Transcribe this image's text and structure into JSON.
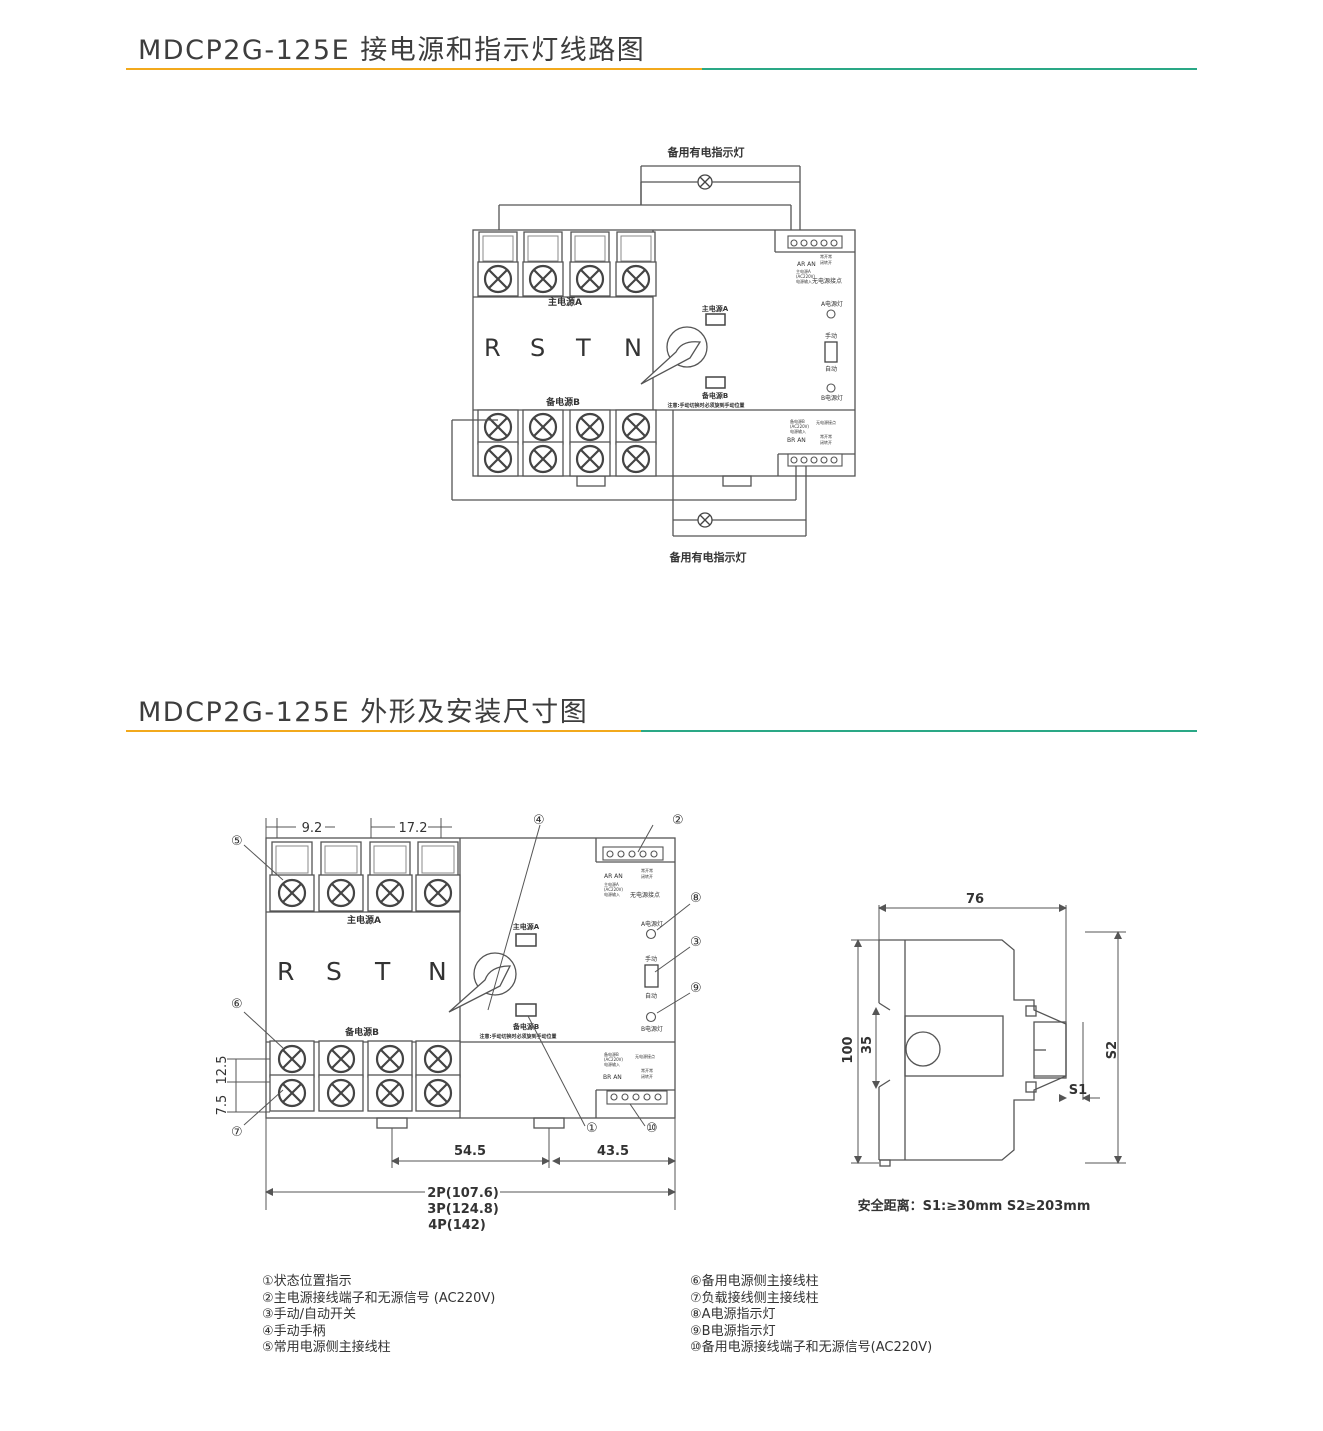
{
  "section1": {
    "title": "MDCP2G-125E 接电源和指示灯线路图"
  },
  "section2": {
    "title": "MDCP2G-125E 外形及安装尺寸图"
  },
  "colors": {
    "accent_orange": "#f2a91c",
    "accent_green": "#2aa886",
    "line": "#555555"
  },
  "device": {
    "main_power_a": "主电源A",
    "backup_power_b": "备电源B",
    "phases": [
      "R",
      "S",
      "T",
      "N"
    ],
    "main_a_label": "主电源A",
    "backup_b_label": "备电源B",
    "a_lamp": "A电源灯",
    "b_lamp": "B电源灯",
    "manual": "手动",
    "auto": "自动",
    "note": "注意:手动切换时必须旋到手动位置",
    "no_source_contact": "无电源接点",
    "ar_an": "AR  AN",
    "br_an": "BR  AN",
    "terminal_small_a": "主电源A",
    "terminal_small_b": "备电源B",
    "terminal_small_ac": "(AC220V)",
    "terminal_small_input": "电源输入",
    "terminal_small_c1": "常开常",
    "terminal_small_c2": "闭转开",
    "no_contact_small": "无电源接点"
  },
  "wiring": {
    "top_lamp_label": "备用有电指示灯",
    "bottom_lamp_label": "备用有电指示灯"
  },
  "dimensions": {
    "d_9_2": "9.2",
    "d_17_2": "17.2",
    "d_12_5": "12.5",
    "d_7_5": "7.5",
    "d_54_5": "54.5",
    "d_43_5": "43.5",
    "d_2p": "2P(107.6)",
    "d_3p": "3P(124.8)",
    "d_4p": "4P(142)",
    "d_76": "76",
    "d_100": "100",
    "d_35": "35",
    "d_s1": "S1",
    "d_s2": "S2",
    "safety": "安全距离：S1:≥30mm    S2≥203mm"
  },
  "callouts": [
    "①",
    "②",
    "③",
    "④",
    "⑤",
    "⑥",
    "⑦",
    "⑧",
    "⑨",
    "⑩"
  ],
  "legend_left": [
    "①状态位置指示",
    "②主电源接线端子和无源信号 (AC220V)",
    "③手动/自动开关",
    "④手动手柄",
    "⑤常用电源侧主接线柱"
  ],
  "legend_right": [
    "⑥备用电源侧主接线柱",
    "⑦负载接线侧主接线柱",
    "⑧A电源指示灯",
    "⑨B电源指示灯",
    "⑩备用电源接线端子和无源信号(AC220V)"
  ]
}
